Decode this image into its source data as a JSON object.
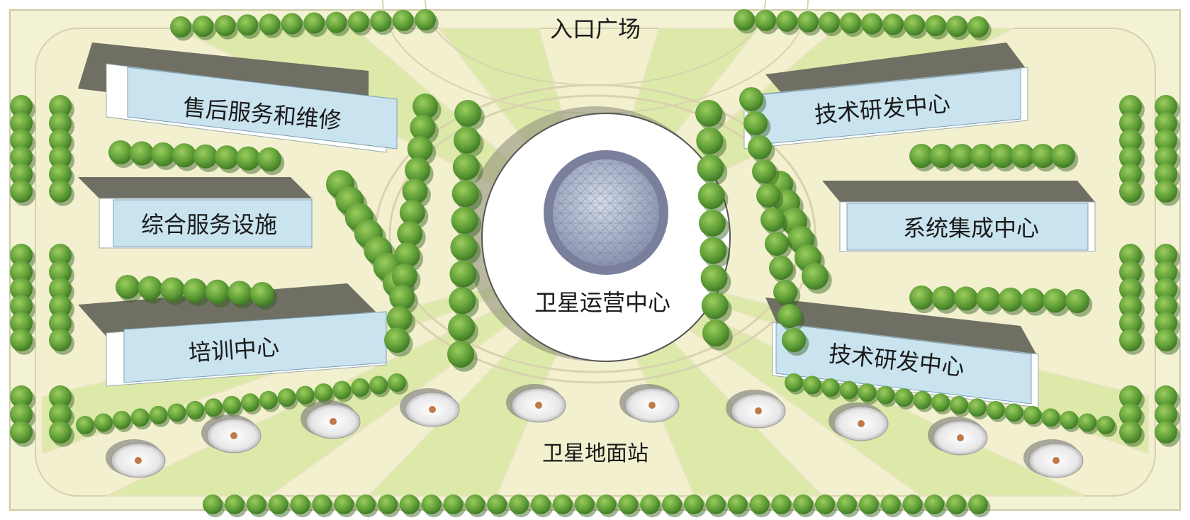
{
  "plan": {
    "labels": {
      "entrance_plaza": "入口广场",
      "ground_station": "卫星地面站",
      "operations_center": "卫星运营中心"
    },
    "buildings": [
      {
        "key": "after_sales",
        "label": "售后服务和维修"
      },
      {
        "key": "general_services",
        "label": "综合服务设施"
      },
      {
        "key": "training",
        "label": "培训中心"
      },
      {
        "key": "rnd_top",
        "label": "技术研发中心"
      },
      {
        "key": "system_integration",
        "label": "系统集成中心"
      },
      {
        "key": "rnd_bottom",
        "label": "技术研发中心"
      }
    ],
    "colors": {
      "ground": "#f2f0cf",
      "lawn": "#dde9a9",
      "building_face": "#c9e3ef",
      "building_roof": "#6f6f63",
      "tree": "#6fae3f",
      "tree_dark": "#3f7f25",
      "dish": "#f4f4f4"
    }
  }
}
